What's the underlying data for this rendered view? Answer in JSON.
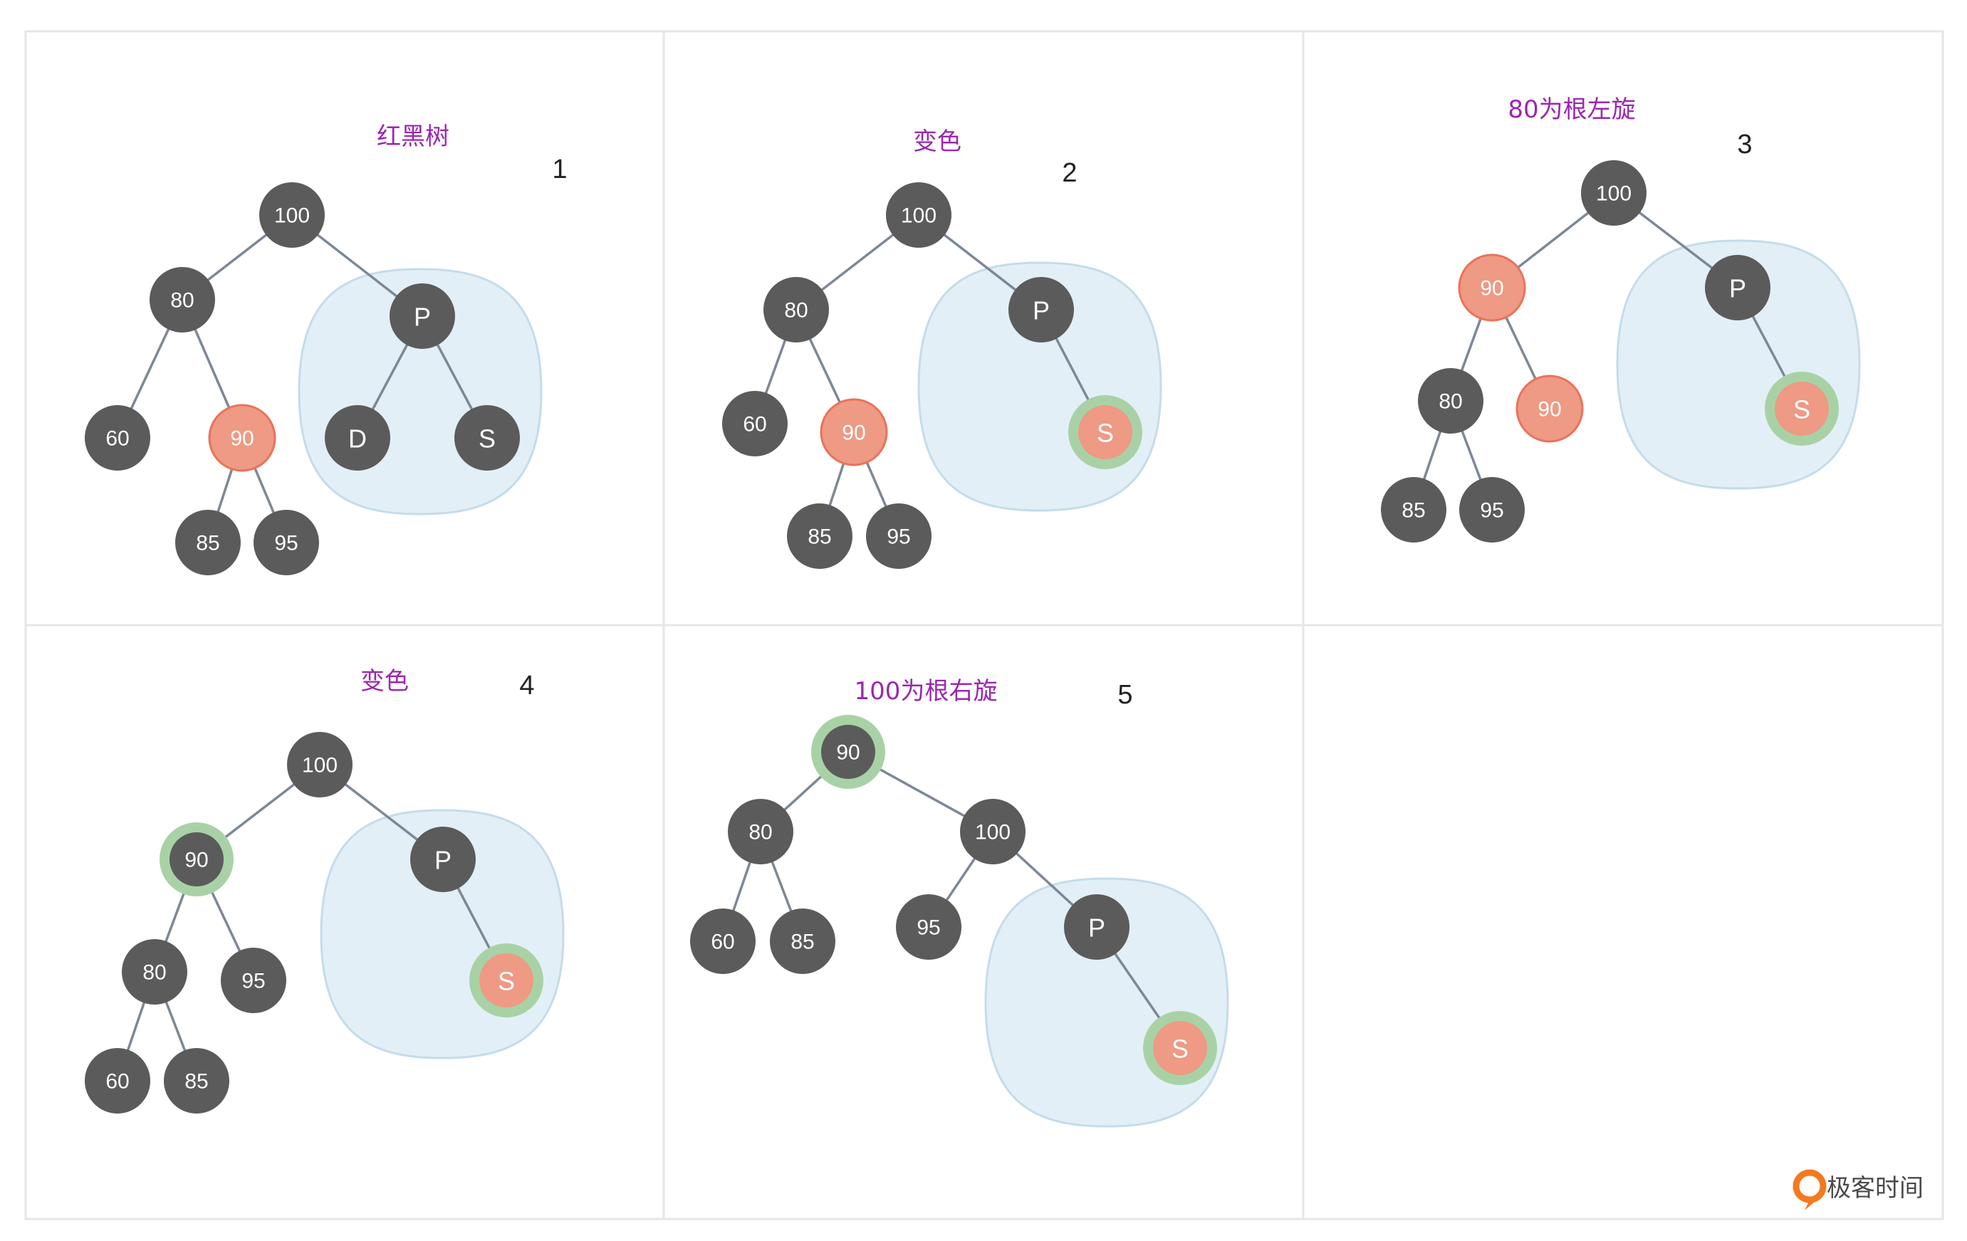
{
  "colors": {
    "black_node": "#5b5b5b",
    "red_node": "#ee9a84",
    "red_stroke": "#e9735b",
    "highlight_ring": "#a8d2a6",
    "region_fill": "#e3eff6",
    "region_stroke": "#c4dceb",
    "edge": "#7d8896",
    "grid": "#e6e6e6",
    "title": "#9b27b0",
    "logo_accent": "#f47a20"
  },
  "panels": [
    {
      "title": "红黑树",
      "step": "1",
      "nodes": [
        {
          "id": "100",
          "label": "100",
          "color": "black"
        },
        {
          "id": "80",
          "label": "80",
          "color": "black"
        },
        {
          "id": "P",
          "label": "P",
          "color": "black"
        },
        {
          "id": "60",
          "label": "60",
          "color": "black"
        },
        {
          "id": "90",
          "label": "90",
          "color": "red"
        },
        {
          "id": "D",
          "label": "D",
          "color": "black"
        },
        {
          "id": "S",
          "label": "S",
          "color": "black"
        },
        {
          "id": "85",
          "label": "85",
          "color": "black"
        },
        {
          "id": "95",
          "label": "95",
          "color": "black"
        }
      ],
      "edges": [
        [
          "100",
          "80"
        ],
        [
          "100",
          "P"
        ],
        [
          "80",
          "60"
        ],
        [
          "80",
          "90"
        ],
        [
          "P",
          "D"
        ],
        [
          "P",
          "S"
        ],
        [
          "90",
          "85"
        ],
        [
          "90",
          "95"
        ]
      ],
      "region_nodes": [
        "P",
        "D",
        "S"
      ]
    },
    {
      "title": "变色",
      "step": "2",
      "nodes": [
        {
          "id": "100",
          "label": "100",
          "color": "black"
        },
        {
          "id": "80",
          "label": "80",
          "color": "black"
        },
        {
          "id": "P",
          "label": "P",
          "color": "black"
        },
        {
          "id": "60",
          "label": "60",
          "color": "black"
        },
        {
          "id": "90",
          "label": "90",
          "color": "red"
        },
        {
          "id": "S",
          "label": "S",
          "color": "red",
          "highlight": true
        },
        {
          "id": "85",
          "label": "85",
          "color": "black"
        },
        {
          "id": "95",
          "label": "95",
          "color": "black"
        }
      ],
      "edges": [
        [
          "100",
          "80"
        ],
        [
          "100",
          "P"
        ],
        [
          "80",
          "60"
        ],
        [
          "80",
          "90"
        ],
        [
          "P",
          "S"
        ],
        [
          "90",
          "85"
        ],
        [
          "90",
          "95"
        ]
      ],
      "region_nodes": [
        "P",
        "S"
      ]
    },
    {
      "title": "80为根左旋",
      "step": "3",
      "nodes": [
        {
          "id": "100",
          "label": "100",
          "color": "black"
        },
        {
          "id": "90a",
          "label": "90",
          "color": "red"
        },
        {
          "id": "P",
          "label": "P",
          "color": "black"
        },
        {
          "id": "80",
          "label": "80",
          "color": "black"
        },
        {
          "id": "90b",
          "label": "90",
          "color": "red"
        },
        {
          "id": "S",
          "label": "S",
          "color": "red",
          "highlight": true
        },
        {
          "id": "85",
          "label": "85",
          "color": "black"
        },
        {
          "id": "95",
          "label": "95",
          "color": "black"
        }
      ],
      "edges": [
        [
          "100",
          "90a"
        ],
        [
          "100",
          "P"
        ],
        [
          "90a",
          "80"
        ],
        [
          "90a",
          "90b"
        ],
        [
          "P",
          "S"
        ],
        [
          "80",
          "85"
        ],
        [
          "80",
          "95"
        ]
      ],
      "region_nodes": [
        "P",
        "S"
      ]
    },
    {
      "title": "变色",
      "step": "4",
      "nodes": [
        {
          "id": "100",
          "label": "100",
          "color": "black"
        },
        {
          "id": "90",
          "label": "90",
          "color": "black",
          "highlight": true
        },
        {
          "id": "P",
          "label": "P",
          "color": "black"
        },
        {
          "id": "80",
          "label": "80",
          "color": "black"
        },
        {
          "id": "95",
          "label": "95",
          "color": "black"
        },
        {
          "id": "S",
          "label": "S",
          "color": "red",
          "highlight": true
        },
        {
          "id": "60",
          "label": "60",
          "color": "black"
        },
        {
          "id": "85",
          "label": "85",
          "color": "black"
        }
      ],
      "edges": [
        [
          "100",
          "90"
        ],
        [
          "100",
          "P"
        ],
        [
          "90",
          "80"
        ],
        [
          "90",
          "95"
        ],
        [
          "P",
          "S"
        ],
        [
          "80",
          "60"
        ],
        [
          "80",
          "85"
        ]
      ],
      "region_nodes": [
        "P",
        "S"
      ]
    },
    {
      "title": "100为根右旋",
      "step": "5",
      "nodes": [
        {
          "id": "90",
          "label": "90",
          "color": "black",
          "highlight": true
        },
        {
          "id": "80",
          "label": "80",
          "color": "black"
        },
        {
          "id": "100",
          "label": "100",
          "color": "black"
        },
        {
          "id": "60",
          "label": "60",
          "color": "black"
        },
        {
          "id": "85",
          "label": "85",
          "color": "black"
        },
        {
          "id": "95",
          "label": "95",
          "color": "black"
        },
        {
          "id": "P",
          "label": "P",
          "color": "black"
        },
        {
          "id": "S",
          "label": "S",
          "color": "red",
          "highlight": true
        }
      ],
      "edges": [
        [
          "90",
          "80"
        ],
        [
          "90",
          "100"
        ],
        [
          "80",
          "60"
        ],
        [
          "80",
          "85"
        ],
        [
          "100",
          "95"
        ],
        [
          "100",
          "P"
        ],
        [
          "P",
          "S"
        ]
      ],
      "region_nodes": [
        "P",
        "S"
      ]
    }
  ],
  "logo": {
    "text": "极客时间",
    "icon": "geektime-logo-icon"
  }
}
